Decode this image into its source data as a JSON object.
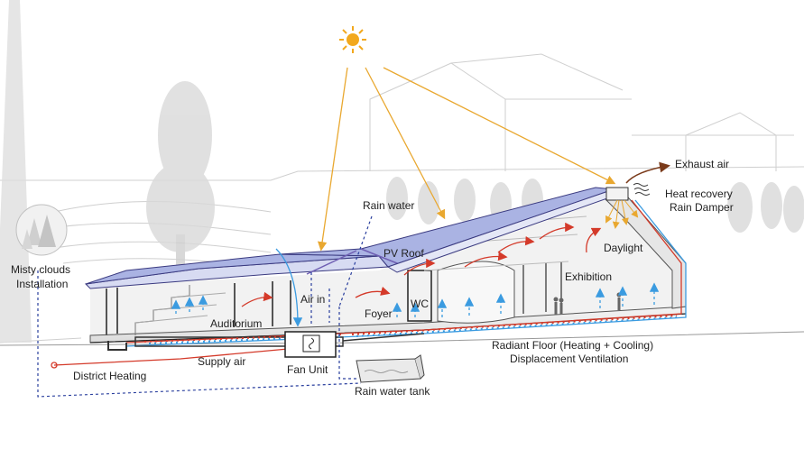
{
  "labels": {
    "exhaust_air": "Exhaust air",
    "heat_recovery": "Heat recovery",
    "rain_damper": "Rain Damper",
    "rain_water": "Rain water",
    "pv_roof": "PV Roof",
    "daylight": "Daylight",
    "exhibition": "Exhibition",
    "misty_clouds": "Misty clouds",
    "installation": "Installation",
    "air_in": "Air in",
    "wc": "WC",
    "foyer": "Foyer",
    "auditorium": "Auditorium",
    "radiant_floor": "Radiant Floor  (Heating + Cooling)",
    "displacement_ventilation": "Displacement Ventilation",
    "supply_air": "Supply air",
    "district_heating": "District Heating",
    "fan_unit": "Fan Unit",
    "rain_water_tank": "Rain water tank"
  },
  "colors": {
    "sun": "#f2a81d",
    "sun_rays": "#e9a830",
    "roof": "#aab3e3",
    "roof_edge": "#6f5fb3",
    "warm_air": "#d43a2a",
    "cool_air": "#3b9be0",
    "exhaust_arrow": "#7a3a1a",
    "duct_dotted": "#2a3f9e",
    "background_line": "#c9c9c9",
    "tree": "#d4d4d4"
  },
  "icons": {
    "sun": "sun-icon",
    "fan": "fan-icon",
    "cloud_installation": "misty-cloud-icon"
  }
}
